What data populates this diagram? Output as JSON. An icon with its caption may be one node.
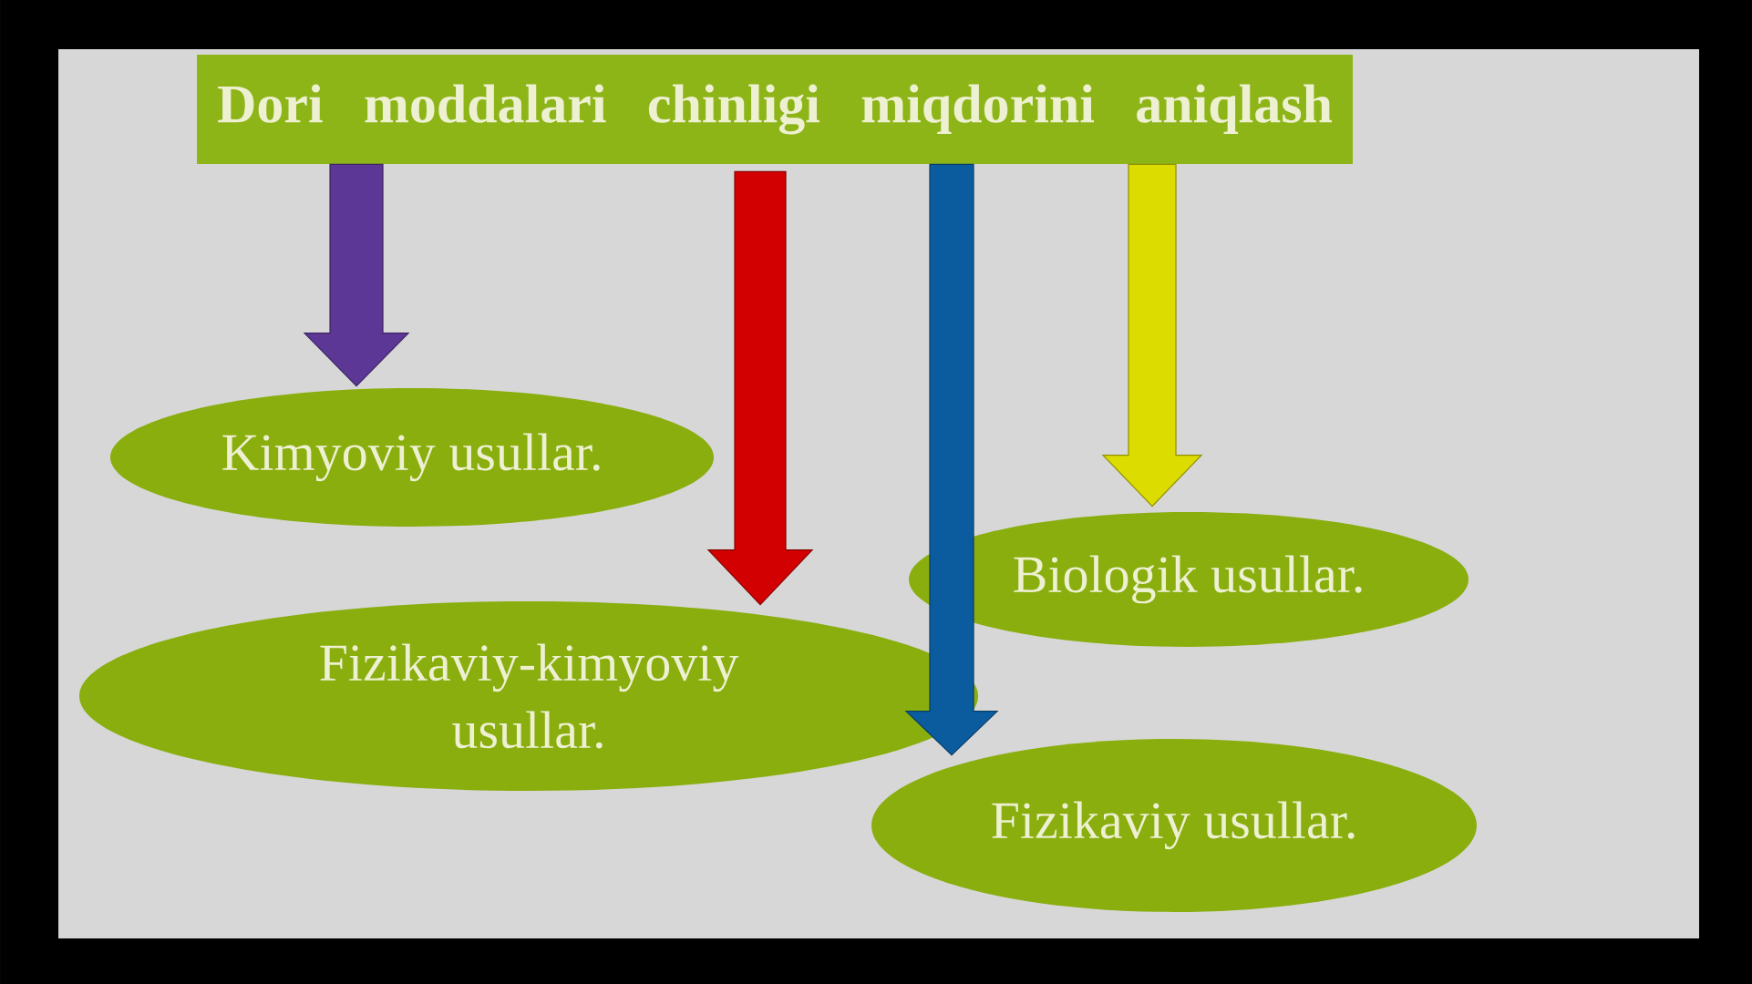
{
  "diagram": {
    "nodes": [
      {
        "text": [
          "Dori moddalari chinligi miqdorini aniqlash"
        ]
      },
      {
        "text": [
          "Kimyoviy usullar."
        ]
      },
      {
        "text": [
          "Biologik usullar."
        ]
      },
      {
        "text": [
          "Fizikaviy-kimyoviy usullar."
        ]
      },
      {
        "text": [
          "Fizikaviy usullar."
        ]
      }
    ],
    "edges": [
      {
        "from": 0,
        "to": 1,
        "arrow": "to",
        "color": "#5c3795"
      },
      {
        "from": 0,
        "to": 3,
        "arrow": "to",
        "color": "#d20000"
      },
      {
        "from": 0,
        "to": 4,
        "arrow": "to",
        "color": "#0b5c9e"
      },
      {
        "from": 0,
        "to": 2,
        "arrow": "to",
        "color": "#dcdc00"
      }
    ]
  }
}
